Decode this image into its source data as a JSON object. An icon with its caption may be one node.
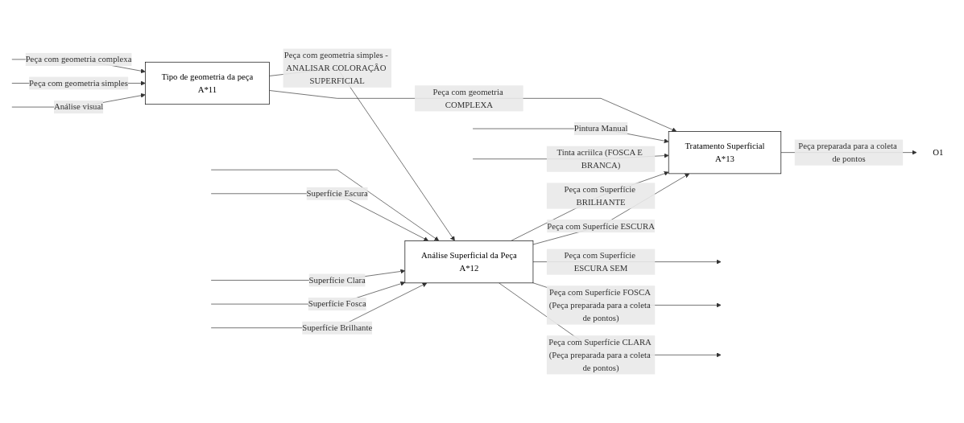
{
  "diagram": {
    "nodes": [
      {
        "text": [
          "Tipo de geometria da peça",
          "A*11"
        ]
      },
      {
        "text": [
          "Análise Superficial da Peça",
          "A*12"
        ]
      },
      {
        "text": [
          "Tratamento Superficial",
          "A*13"
        ]
      },
      {
        "text": [
          "O1"
        ]
      }
    ],
    "edges": [
      {
        "from": null,
        "to": 0,
        "arrow": "to",
        "label": "Análise visual"
      },
      {
        "from": null,
        "to": 1,
        "arrow": "to"
      },
      {
        "from": null,
        "to": 0,
        "arrow": "to",
        "label": "Peça com geometria simples"
      },
      {
        "from": null,
        "to": 0,
        "arrow": "to",
        "label": "Peça com geometria complexa"
      },
      {
        "from": 0,
        "to": 2,
        "arrow": "to",
        "label": "Peça com geometria COMPLEXA"
      },
      {
        "from": 0,
        "to": 1,
        "arrow": "to",
        "label": "Peça com geometria simples - ANALISAR COLORAÇÂO SUPERFICIAL"
      },
      {
        "from": null,
        "to": 1,
        "arrow": "to",
        "label": "Superfície Escura"
      },
      {
        "from": null,
        "to": 1,
        "arrow": "to",
        "label": "Superfície Clara"
      },
      {
        "from": null,
        "to": 1,
        "arrow": "to",
        "label": "Superfície Fosca"
      },
      {
        "from": null,
        "to": 1,
        "arrow": "to",
        "label": "Superfície Brilhante"
      },
      {
        "from": null,
        "to": 2,
        "arrow": "to",
        "label": "Pintura Manual"
      },
      {
        "from": 1,
        "to": null,
        "arrow": "to",
        "label": "Peça com Superfície CLARA (Peça preparada para a coleta de pontos)"
      },
      {
        "from": 1,
        "to": null,
        "arrow": "to",
        "label": "Peça com Superfície FOSCA (Peça preparada para a coleta de pontos)"
      },
      {
        "from": 1,
        "to": null,
        "arrow": "to",
        "label": "Peça com Superfície ESCURA SEM"
      },
      {
        "from": 1,
        "to": 2,
        "arrow": "to",
        "label": "Peça com Superfície ESCURA"
      },
      {
        "from": 1,
        "to": 2,
        "arrow": "to",
        "label": "Peça com Superfície BRILHANTE"
      },
      {
        "from": 2,
        "to": 3,
        "arrow": "to",
        "label": "Peça preparada para a coleta de pontos"
      },
      {
        "from": null,
        "to": 2,
        "arrow": "to",
        "label": "Tinta acriilca (FOSCA E BRANCA)"
      }
    ]
  }
}
